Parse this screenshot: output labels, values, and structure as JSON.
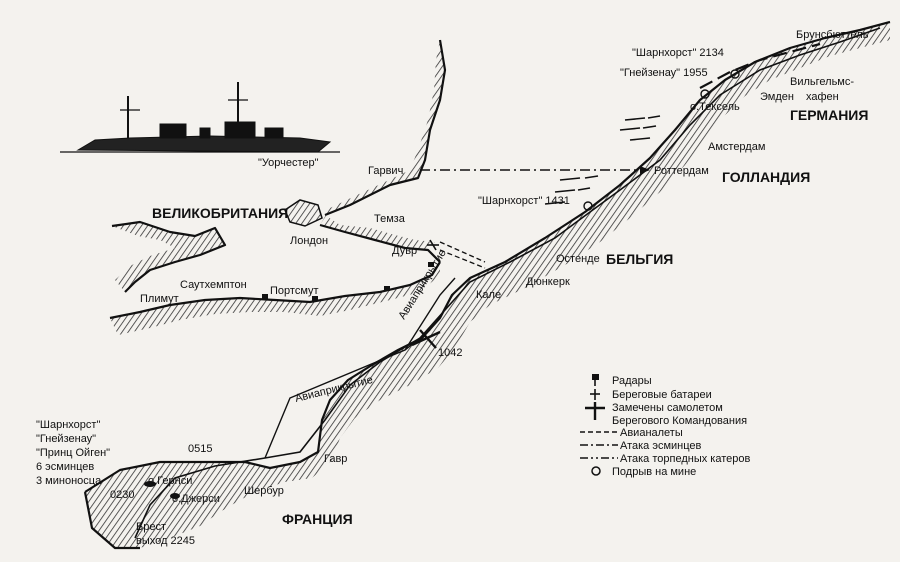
{
  "map": {
    "countries": {
      "uk": "ВЕЛИКОБРИТАНИЯ",
      "france": "ФРАНЦИЯ",
      "belgium": "БЕЛЬГИЯ",
      "holland": "ГОЛЛАНДИЯ",
      "germany": "ГЕРМАНИЯ"
    },
    "places": {
      "harwich": "Гарвич",
      "london": "Лондон",
      "thames": "Темза",
      "dover": "Дувр",
      "southampton": "Саутхемптон",
      "portsmouth": "Портсмут",
      "plymouth": "Плимут",
      "calais": "Кале",
      "dunkirk": "Дюнкерк",
      "ostend": "Остенде",
      "rotterdam": "Роттердам",
      "amsterdam": "Амстердам",
      "texel": "о.Тексель",
      "emden": "Эмден",
      "wilhelmshaven_1": "Вильгельмс-",
      "wilhelmshaven_2": "хафен",
      "brunsbuttel": "Брунсбюттель",
      "havre": "Гавр",
      "cherbourg": "Шербур",
      "guernsey": "о.Гернси",
      "jersey": "о.Джерси",
      "brest": "Брест",
      "brest_exit": "выход 2245"
    },
    "ship_caption": "\"Уорчестер\"",
    "squadron": [
      "\"Шарнхорст\"",
      "\"Гнейзенау\"",
      "\"Принц Ойген\"",
      "6 эсминцев",
      "3 миноносца"
    ],
    "events": {
      "t0230": "0230",
      "t0515": "0515",
      "t1042": "1042",
      "scharnhorst_1431": "\"Шарнхорст\" 1431",
      "scharnhorst_2134": "\"Шарнхорст\" 2134",
      "gneisenau_1955": "\"Гнейзенау\" 1955",
      "air_cover_1": "Авиаприкрытие",
      "air_cover_2": "Авиаприкрытие"
    }
  },
  "legend": {
    "items": [
      {
        "label": "Радары",
        "symbol": "radar-icon"
      },
      {
        "label": "Береговые батареи",
        "symbol": "battery-icon"
      },
      {
        "label": "Замечены самолетом",
        "symbol": "plane-icon"
      },
      {
        "label": "Берегового Командования",
        "symbol": "none"
      },
      {
        "label": "Авианалеты",
        "symbol": "dashed-line"
      },
      {
        "label": "Атака эсминцев",
        "symbol": "dash-dot-line"
      },
      {
        "label": "Атака торпедных катеров",
        "symbol": "dash-dot-dot-line"
      },
      {
        "label": "Подрыв на мине",
        "symbol": "mine-icon"
      }
    ]
  },
  "colors": {
    "ink": "#111111",
    "paper": "#f4f2ee"
  }
}
